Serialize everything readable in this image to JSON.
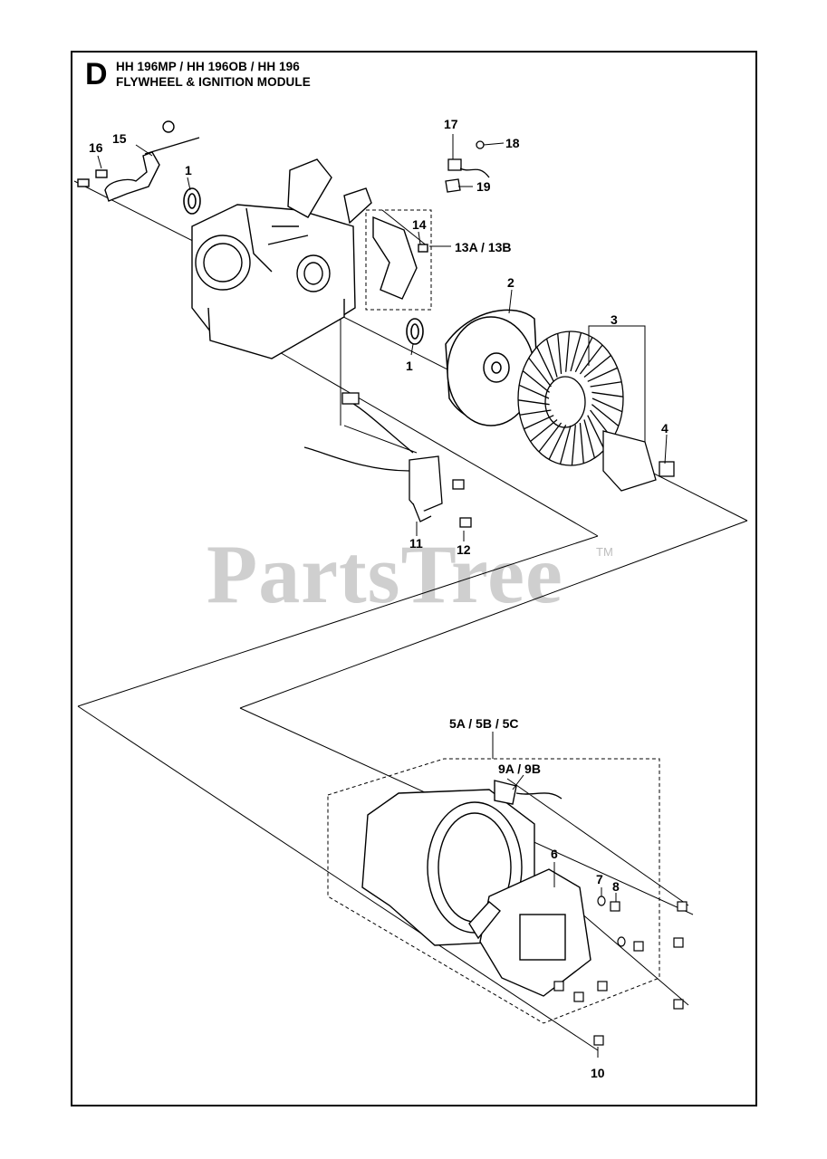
{
  "page": {
    "section_letter": "D",
    "title_line1": "HH 196MP / HH 196OB / HH 196",
    "title_line2": "FLYWHEEL & IGNITION MODULE"
  },
  "watermark": {
    "text": "PartsTree",
    "tm": "TM"
  },
  "callouts": [
    {
      "id": "1a",
      "label": "1"
    },
    {
      "id": "1b",
      "label": "1"
    },
    {
      "id": "2",
      "label": "2"
    },
    {
      "id": "3",
      "label": "3"
    },
    {
      "id": "4",
      "label": "4"
    },
    {
      "id": "5",
      "label": "5A / 5B / 5C"
    },
    {
      "id": "6",
      "label": "6"
    },
    {
      "id": "7",
      "label": "7"
    },
    {
      "id": "8",
      "label": "8"
    },
    {
      "id": "9",
      "label": "9A / 9B"
    },
    {
      "id": "10",
      "label": "10"
    },
    {
      "id": "11",
      "label": "11"
    },
    {
      "id": "12",
      "label": "12"
    },
    {
      "id": "13",
      "label": "13A / 13B"
    },
    {
      "id": "14",
      "label": "14"
    },
    {
      "id": "15",
      "label": "15"
    },
    {
      "id": "16",
      "label": "16"
    },
    {
      "id": "17",
      "label": "17"
    },
    {
      "id": "18",
      "label": "18"
    },
    {
      "id": "19",
      "label": "19"
    }
  ],
  "colors": {
    "line": "#000000",
    "watermark": "#cfcfcf"
  }
}
